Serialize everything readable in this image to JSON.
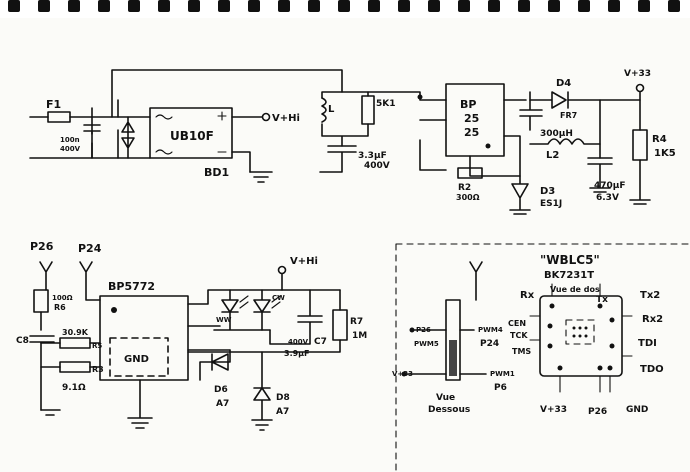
{
  "labels": {
    "f1": "F1",
    "c_in_val": "100n",
    "c_in_volt": "400V",
    "bridge": "UB10F",
    "bd1": "BD1",
    "vhi_top": "V+Hi",
    "ind_l": "L",
    "r_5k1": "5K1",
    "c_33u": "3.3µF",
    "c_400v": "400V",
    "bp_ic_1": "BP",
    "bp_ic_2": "25",
    "bp_ic_3": "25",
    "d4": "D4",
    "d4_part": "FR7",
    "v33_top": "V+33",
    "l2_val": "300µH",
    "l2": "L2",
    "r4": "R4",
    "r4_val": "1K5",
    "r2": "R2",
    "r2_val": "300Ω",
    "d3": "D3",
    "d3_part": "ES1J",
    "c_470u": "470µF",
    "c_63v": "6.3V",
    "p26_left": "P26",
    "p24_left": "P24",
    "r6_val": "100Ω",
    "r6": "R6",
    "bp5772": "BP5772",
    "vhi_mid": "V+Hi",
    "c8": "C8",
    "r5_val": "30.9K",
    "r5": "R5",
    "r3": "R3",
    "r3_val": "9.1Ω",
    "gnd_box": "GND",
    "ww": "WW",
    "cw": "CW",
    "c7_volt": "400V",
    "c7_val": "3.9µF",
    "c7": "C7",
    "r7": "R7",
    "r7_val": "1M",
    "d6": "D6",
    "d6_part": "A7",
    "d8": "D8",
    "d8_part": "A7",
    "pin_p26": "P26",
    "pin_pwm5": "PWM5",
    "pin_pwm4": "PWM4",
    "pin_p24": "P24",
    "pin_v33": "V+33",
    "pin_pwm1": "PWM1",
    "pin_p6": "P6",
    "vue_1": "Vue",
    "vue_2": "Dessous",
    "module_title": "\"WBLC5\"",
    "module_chip": "BK7231T",
    "module_rx": "Rx",
    "module_vue_dos": "Vue de dos",
    "module_tx": "Tx",
    "module_tx2": "Tx2",
    "module_cen": "CEN",
    "module_tck": "TCK",
    "module_rx2": "Rx2",
    "module_tms": "TMS",
    "module_tdi": "TDI",
    "module_tdo": "TDO",
    "module_v33": "V+33",
    "module_p26": "P26",
    "module_gnd": "GND"
  }
}
